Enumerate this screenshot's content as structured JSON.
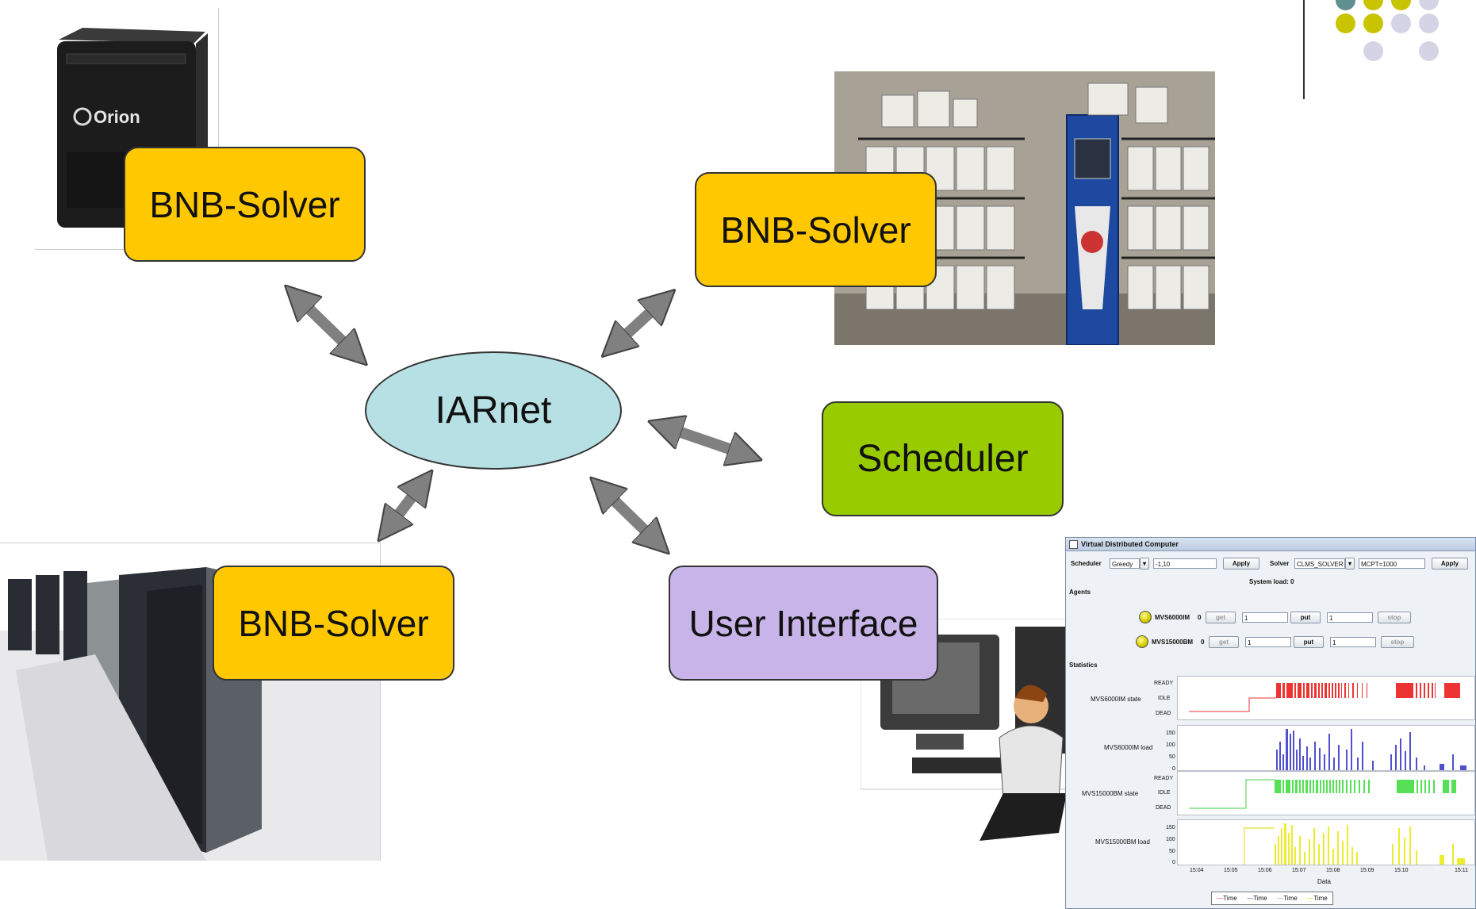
{
  "nodes": {
    "solver_top_left": "BNB-Solver",
    "solver_top_right": "BNB-Solver",
    "solver_bottom_left": "BNB-Solver",
    "network": "IARnet",
    "scheduler": "Scheduler",
    "user_interface": "User Interface"
  },
  "photo_labels": {
    "orion_logo": "Orion"
  },
  "colors": {
    "solver": "#ffc800",
    "scheduler": "#99cc00",
    "user_interface": "#c8b4e8",
    "network": "#b7e0e4",
    "arrow": "#808080",
    "dots_teal": "#5f8f8f",
    "dots_olive": "#c8c400",
    "dots_lavender": "#d4d4e6"
  },
  "app_window": {
    "title": "Virtual Distributed Computer",
    "scheduler_label": "Scheduler",
    "scheduler_value": "Greedy",
    "scheduler_param": "-1,10",
    "apply_label": "Apply",
    "solver_label": "Solver",
    "solver_value": "CLMS_SOLVER",
    "solver_param": "MCPT=1000",
    "system_load": "System load: 0",
    "agents_header": "Agents",
    "agents": [
      {
        "name": "MVS6000IM",
        "count": "0",
        "get": "get",
        "get_value": "1",
        "put": "put",
        "put_value": "1",
        "stop": "stop"
      },
      {
        "name": "MVS15000BM",
        "count": "0",
        "get": "get",
        "get_value": "1",
        "put": "put",
        "put_value": "1",
        "stop": "stop"
      }
    ],
    "statistics_header": "Statistics",
    "state_ticks": [
      "READY",
      "IDLE",
      "DEAD"
    ],
    "load_ticks": [
      "150",
      "100",
      "50",
      "0"
    ],
    "plots": [
      {
        "label": "MVS6000IM state"
      },
      {
        "label": "MVS6000IM load"
      },
      {
        "label": "MVS15000BM state"
      },
      {
        "label": "MVS15000BM load"
      }
    ],
    "time_ticks": [
      "15:04",
      "15:05",
      "15:06",
      "15:07",
      "15:08",
      "15:09",
      "15:10",
      "15:11"
    ],
    "x_axis_label": "Data",
    "legend": [
      "Time",
      "Time",
      "Time",
      "Time"
    ]
  }
}
